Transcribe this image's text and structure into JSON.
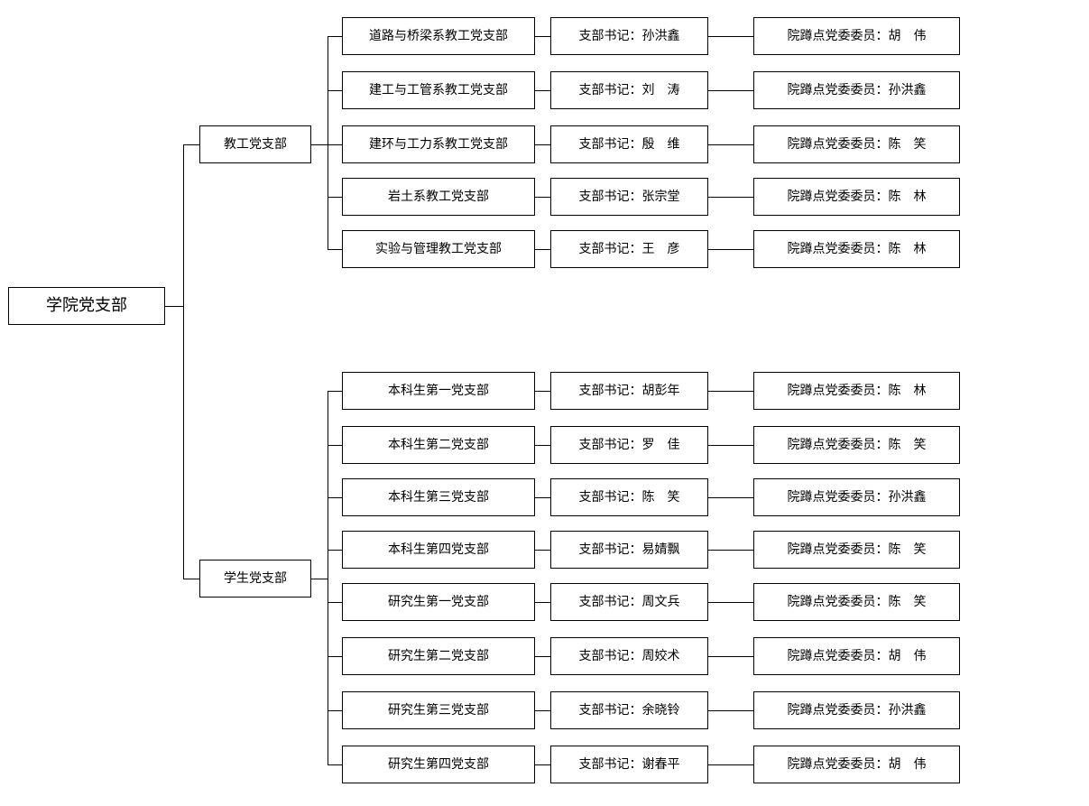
{
  "root": {
    "label": "学院党支部"
  },
  "groups": [
    {
      "label": "教工党支部",
      "branches": [
        {
          "name": "道路与桥梁系教工党支部",
          "secretary": "支部书记：孙洪鑫",
          "member": "院蹲点党委委员：胡　伟"
        },
        {
          "name": "建工与工管系教工党支部",
          "secretary": "支部书记：刘　涛",
          "member": "院蹲点党委委员：孙洪鑫"
        },
        {
          "name": "建环与工力系教工党支部",
          "secretary": "支部书记：殷　维",
          "member": "院蹲点党委委员：陈　笑"
        },
        {
          "name": "岩土系教工党支部",
          "secretary": "支部书记：张宗堂",
          "member": "院蹲点党委委员：陈　林"
        },
        {
          "name": "实验与管理教工党支部",
          "secretary": "支部书记：王　彦",
          "member": "院蹲点党委委员：陈　林"
        }
      ]
    },
    {
      "label": "学生党支部",
      "branches": [
        {
          "name": "本科生第一党支部",
          "secretary": "支部书记：胡彭年",
          "member": "院蹲点党委委员：陈　林"
        },
        {
          "name": "本科生第二党支部",
          "secretary": "支部书记：罗　佳",
          "member": "院蹲点党委委员：陈　笑"
        },
        {
          "name": "本科生第三党支部",
          "secretary": "支部书记：陈　笑",
          "member": "院蹲点党委委员：孙洪鑫"
        },
        {
          "name": "本科生第四党支部",
          "secretary": "支部书记：易婧飘",
          "member": "院蹲点党委委员：陈　笑"
        },
        {
          "name": "研究生第一党支部",
          "secretary": "支部书记：周文兵",
          "member": "院蹲点党委委员：陈　笑"
        },
        {
          "name": "研究生第二党支部",
          "secretary": "支部书记：周姣术",
          "member": "院蹲点党委委员：胡　伟"
        },
        {
          "name": "研究生第三党支部",
          "secretary": "支部书记：余晓铃",
          "member": "院蹲点党委委员：孙洪鑫"
        },
        {
          "name": "研究生第四党支部",
          "secretary": "支部书记：谢春平",
          "member": "院蹲点党委委员：胡　伟"
        }
      ]
    }
  ]
}
